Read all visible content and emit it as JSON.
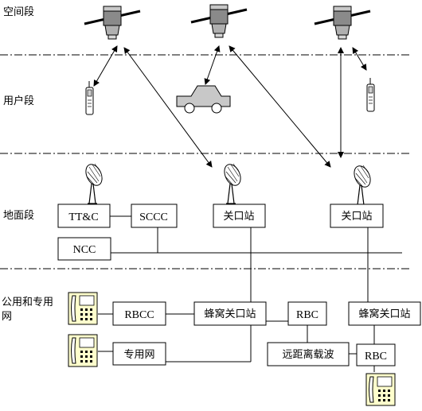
{
  "segments": {
    "space": "空间段",
    "user": "用户段",
    "ground": "地面段",
    "public": "公用和专用网"
  },
  "boxes": {
    "ttc": "TT&C",
    "sccc": "SCCC",
    "gateway1": "关口站",
    "gateway2": "关口站",
    "ncc": "NCC",
    "rbcc": "RBCC",
    "cellular_gateway1": "蜂窝关口站",
    "rbc1": "RBC",
    "cellular_gateway2": "蜂窝关口站",
    "private_network": "专用网",
    "long_distance_carrier": "远距离载波",
    "rbc2": "RBC"
  }
}
